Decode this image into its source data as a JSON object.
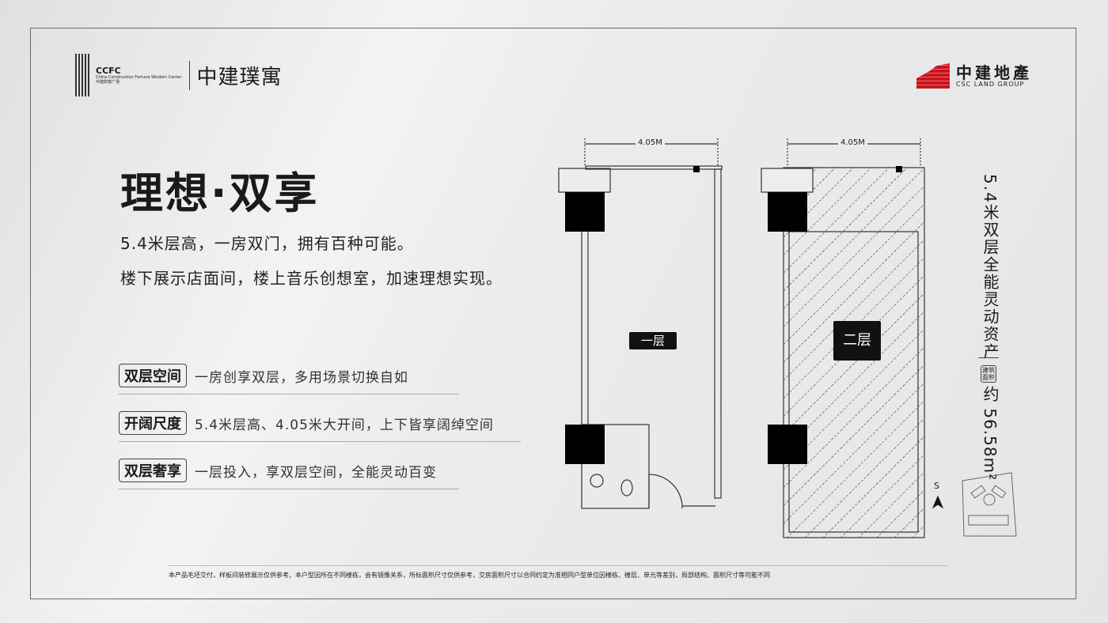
{
  "logo_left": {
    "mark": "CCFC",
    "mark_sub": "China Construction Fortune Wisdom Center",
    "mark_cn": "中建财富广场",
    "brand": "中建璞寓"
  },
  "logo_right": {
    "cn": "中建地產",
    "en": "CSC LAND GROUP",
    "color": "#c8141c"
  },
  "title": "理想·双享",
  "subtitle_lines": [
    "5.4米层高，一房双门，拥有百种可能。",
    "楼下展示店面间，楼上音乐创想室，加速理想实现。"
  ],
  "features": [
    {
      "tag": "双层空间",
      "text": "一房创享双层，多用场景切换自如"
    },
    {
      "tag": "开阔尺度",
      "text": "5.4米层高、4.05米大开间，上下皆享阔绰空间"
    },
    {
      "tag": "双层奢享",
      "text": "一层投入，享双层空间，全能灵动百变"
    }
  ],
  "plans": [
    {
      "label": "一层",
      "width_dim": "4.05M"
    },
    {
      "label": "二层",
      "width_dim": "4.05M"
    }
  ],
  "side": {
    "headline": "5.4米双层全能灵动资产",
    "badge": "建筑面积",
    "area": "约 56.58m²",
    "compass": "S"
  },
  "footer": "本产品毛坯交付，样板间装修展示仅供参考。本户型因所在不同楼栋，会有镜像关系，所标面积尺寸仅供参考，交房面积尺寸以合同约定为准相同户型单位因楼栋、楼层、单元等差别，局部结构、面积尺寸等可能不同"
}
